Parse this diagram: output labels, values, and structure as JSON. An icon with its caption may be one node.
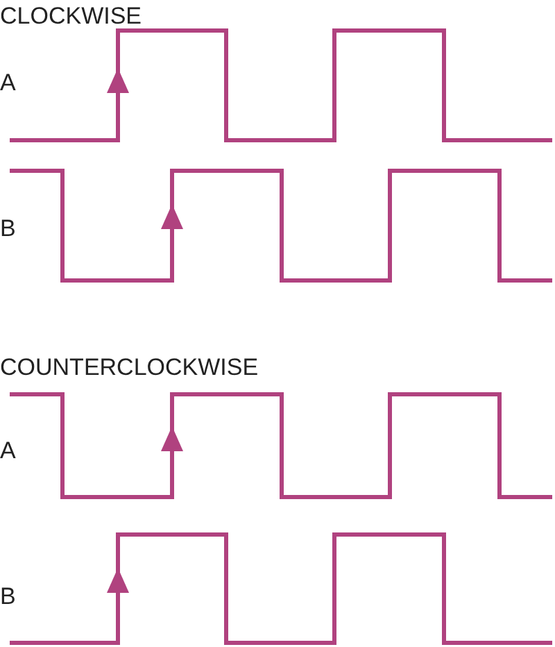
{
  "diagram": {
    "labels": [
      "CLOCKWISE",
      "A",
      "B",
      "COUNTERCLOCKWISE",
      "A",
      "B"
    ]
  }
}
